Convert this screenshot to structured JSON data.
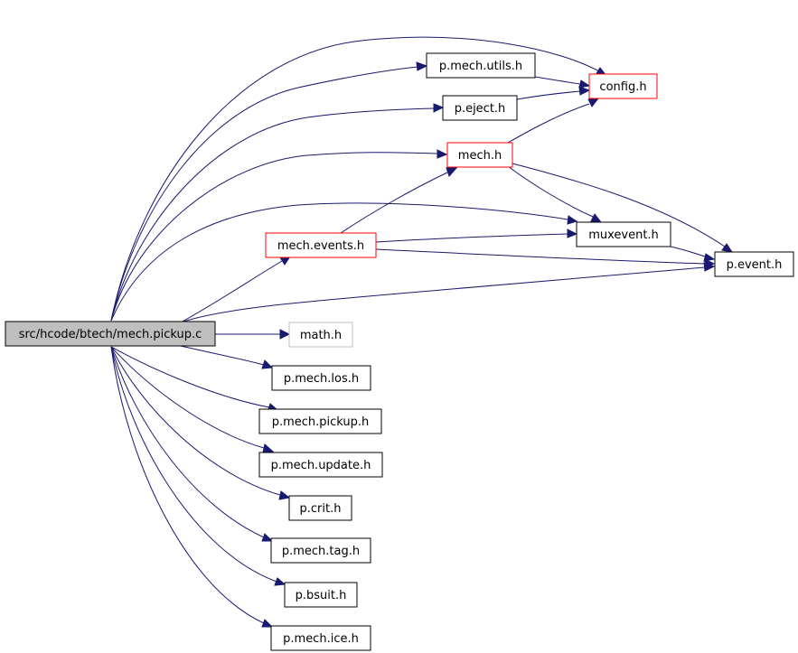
{
  "diagram": {
    "colors": {
      "edge": "#191970",
      "root_fill": "#bfbfbf",
      "default_border": "#000000",
      "truncated_border": "#ff0000",
      "missing_border": "#bfbfbf"
    },
    "nodes": {
      "root": {
        "label": "src/hcode/btech/mech.pickup.c",
        "style": "root"
      },
      "config_h": {
        "label": "config.h",
        "style": "truncated"
      },
      "p_mech_utils_h": {
        "label": "p.mech.utils.h",
        "style": "normal"
      },
      "p_eject_h": {
        "label": "p.eject.h",
        "style": "normal"
      },
      "mech_h": {
        "label": "mech.h",
        "style": "truncated"
      },
      "muxevent_h": {
        "label": "muxevent.h",
        "style": "normal"
      },
      "mech_events_h": {
        "label": "mech.events.h",
        "style": "truncated"
      },
      "p_event_h": {
        "label": "p.event.h",
        "style": "normal"
      },
      "math_h": {
        "label": "math.h",
        "style": "missing"
      },
      "p_mech_los_h": {
        "label": "p.mech.los.h",
        "style": "normal"
      },
      "p_mech_pickup_h": {
        "label": "p.mech.pickup.h",
        "style": "normal"
      },
      "p_mech_update_h": {
        "label": "p.mech.update.h",
        "style": "normal"
      },
      "p_crit_h": {
        "label": "p.crit.h",
        "style": "normal"
      },
      "p_mech_tag_h": {
        "label": "p.mech.tag.h",
        "style": "normal"
      },
      "p_bsuit_h": {
        "label": "p.bsuit.h",
        "style": "normal"
      },
      "p_mech_ice_h": {
        "label": "p.mech.ice.h",
        "style": "normal"
      }
    },
    "edges": [
      {
        "from": "root",
        "to": "config_h"
      },
      {
        "from": "root",
        "to": "p_mech_utils_h"
      },
      {
        "from": "root",
        "to": "p_eject_h"
      },
      {
        "from": "root",
        "to": "mech_h"
      },
      {
        "from": "root",
        "to": "muxevent_h"
      },
      {
        "from": "root",
        "to": "mech_events_h"
      },
      {
        "from": "root",
        "to": "p_event_h"
      },
      {
        "from": "root",
        "to": "math_h"
      },
      {
        "from": "root",
        "to": "p_mech_los_h"
      },
      {
        "from": "root",
        "to": "p_mech_pickup_h"
      },
      {
        "from": "root",
        "to": "p_mech_update_h"
      },
      {
        "from": "root",
        "to": "p_crit_h"
      },
      {
        "from": "root",
        "to": "p_mech_tag_h"
      },
      {
        "from": "root",
        "to": "p_bsuit_h"
      },
      {
        "from": "root",
        "to": "p_mech_ice_h"
      },
      {
        "from": "p_mech_utils_h",
        "to": "config_h"
      },
      {
        "from": "p_eject_h",
        "to": "config_h"
      },
      {
        "from": "mech_h",
        "to": "config_h"
      },
      {
        "from": "mech_h",
        "to": "muxevent_h"
      },
      {
        "from": "mech_h",
        "to": "p_event_h"
      },
      {
        "from": "mech_events_h",
        "to": "mech_h"
      },
      {
        "from": "mech_events_h",
        "to": "muxevent_h"
      },
      {
        "from": "mech_events_h",
        "to": "p_event_h"
      },
      {
        "from": "muxevent_h",
        "to": "p_event_h"
      }
    ]
  }
}
